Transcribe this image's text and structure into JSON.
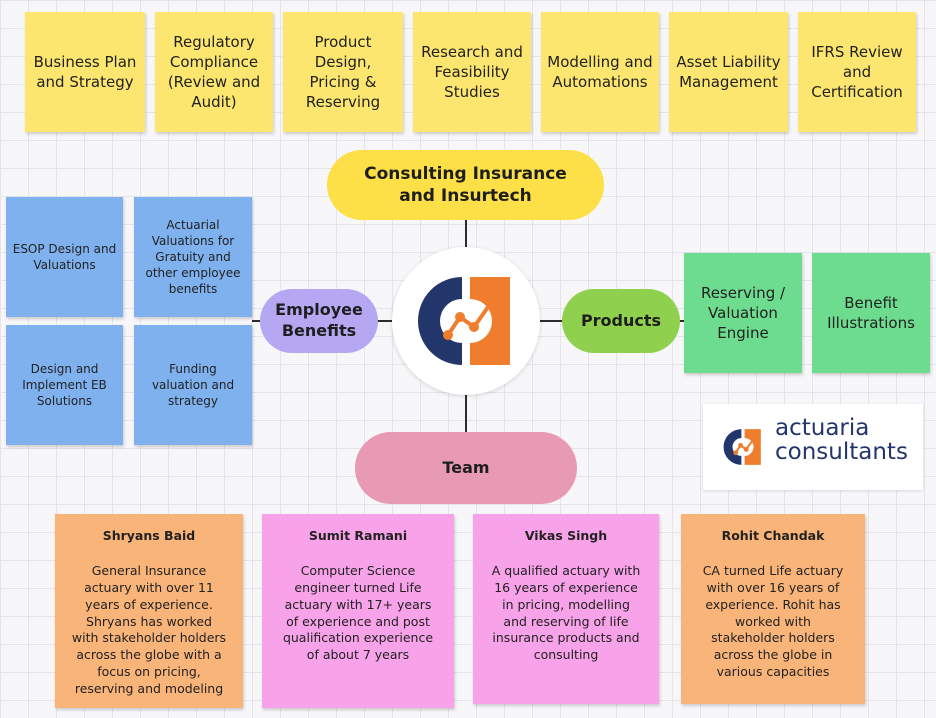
{
  "top_notes": [
    "Business Plan and Strategy",
    "Regulatory Compliance (Review and Audit)",
    "Product Design, Pricing & Reserving",
    "Research and Feasibility Studies",
    "Modelling and Automations",
    "Asset Liability Management",
    "IFRS Review and Certification"
  ],
  "hubs": {
    "consulting": "Consulting Insurance and Insurtech",
    "employee_benefits": "Employee Benefits",
    "products": "Products",
    "team": "Team"
  },
  "benefit_notes": [
    "ESOP Design and Valuations",
    "Actuarial Valuations for Gratuity and other employee benefits",
    "Design and Implement EB Solutions",
    "Funding valuation and strategy"
  ],
  "product_notes": [
    "Reserving / Valuation Engine",
    "Benefit Illustrations"
  ],
  "brand": {
    "line1": "actuaria",
    "line2": "consultants"
  },
  "team": [
    {
      "name": "Shryans Baid",
      "bio": "General Insurance actuary with over 11 years of experience. Shryans has worked with stakeholder holders across the globe with a focus on pricing, reserving and modeling"
    },
    {
      "name": "Sumit Ramani",
      "bio": "Computer Science engineer turned Life actuary with 17+ years of experience and post qualification experience of about 7 years"
    },
    {
      "name": "Vikas Singh",
      "bio": "A qualified actuary with 16 years of experience in pricing, modelling and reserving of life insurance products and consulting"
    },
    {
      "name": "Rohit Chandak",
      "bio": "CA turned Life actuary with over 16 years of experience. Rohit has worked with stakeholder holders across the globe in various capacities"
    }
  ],
  "colors": {
    "navy": "#23366b",
    "orange": "#ef7d2d",
    "sticky_yellow": "#fce66f",
    "sticky_blue": "#7fb1ef",
    "sticky_green": "#6ddc8e",
    "sticky_orange": "#f9b479",
    "sticky_pink": "#f7a2e9"
  }
}
